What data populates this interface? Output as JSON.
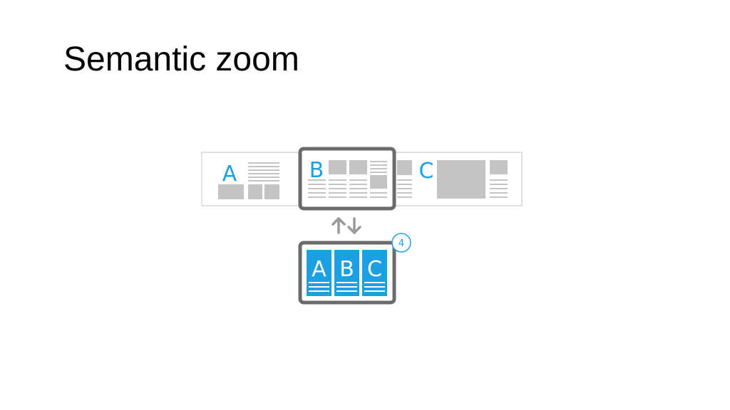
{
  "slide": {
    "title": "Semantic zoom"
  },
  "diagram": {
    "zoomed_in_view": {
      "groups": [
        "A",
        "B",
        "C"
      ]
    },
    "zoomed_out_view": {
      "groups": [
        "A",
        "B",
        "C"
      ],
      "badge": "4"
    },
    "colors": {
      "accent": "#1ba1e2",
      "frame": "#6b6b6b",
      "placeholder": "#c4c4c4",
      "strip_border": "#d6d6d6",
      "arrow": "#9a9a9a"
    },
    "icons": {
      "transition": "zoom-toggle-arrows-icon"
    }
  }
}
